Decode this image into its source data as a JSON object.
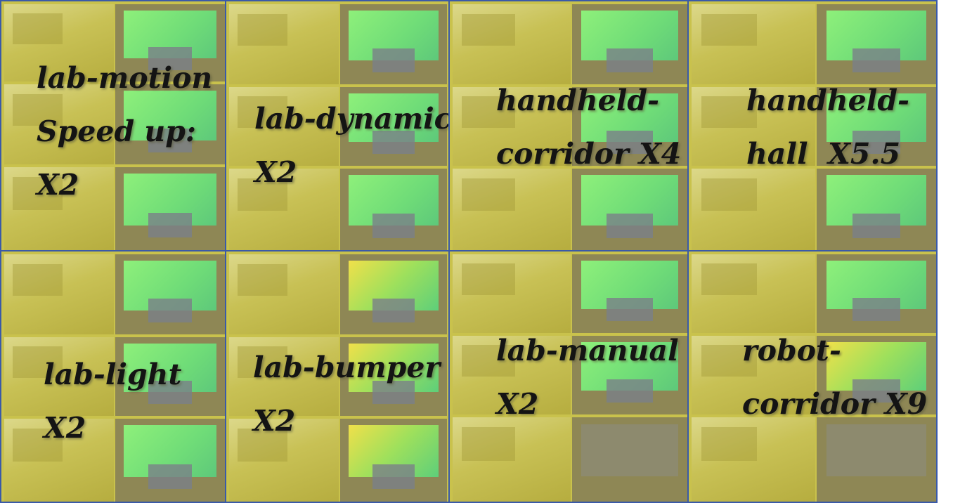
{
  "panels": [
    {
      "lines": [
        "lab-motion",
        "Speed up:",
        "X2"
      ]
    },
    {
      "lines": [
        "lab-dynamic",
        "X2"
      ]
    },
    {
      "lines": [
        "handheld-",
        "corridor X4"
      ]
    },
    {
      "lines": [
        "handheld-",
        "hall  X5.5"
      ]
    },
    {
      "lines": [
        "lab-light",
        "X2"
      ]
    },
    {
      "lines": [
        "lab-bumper",
        "X2"
      ]
    },
    {
      "lines": [
        "lab-manual",
        "X2"
      ]
    },
    {
      "lines": [
        "robot-",
        "corridor X9"
      ]
    }
  ]
}
